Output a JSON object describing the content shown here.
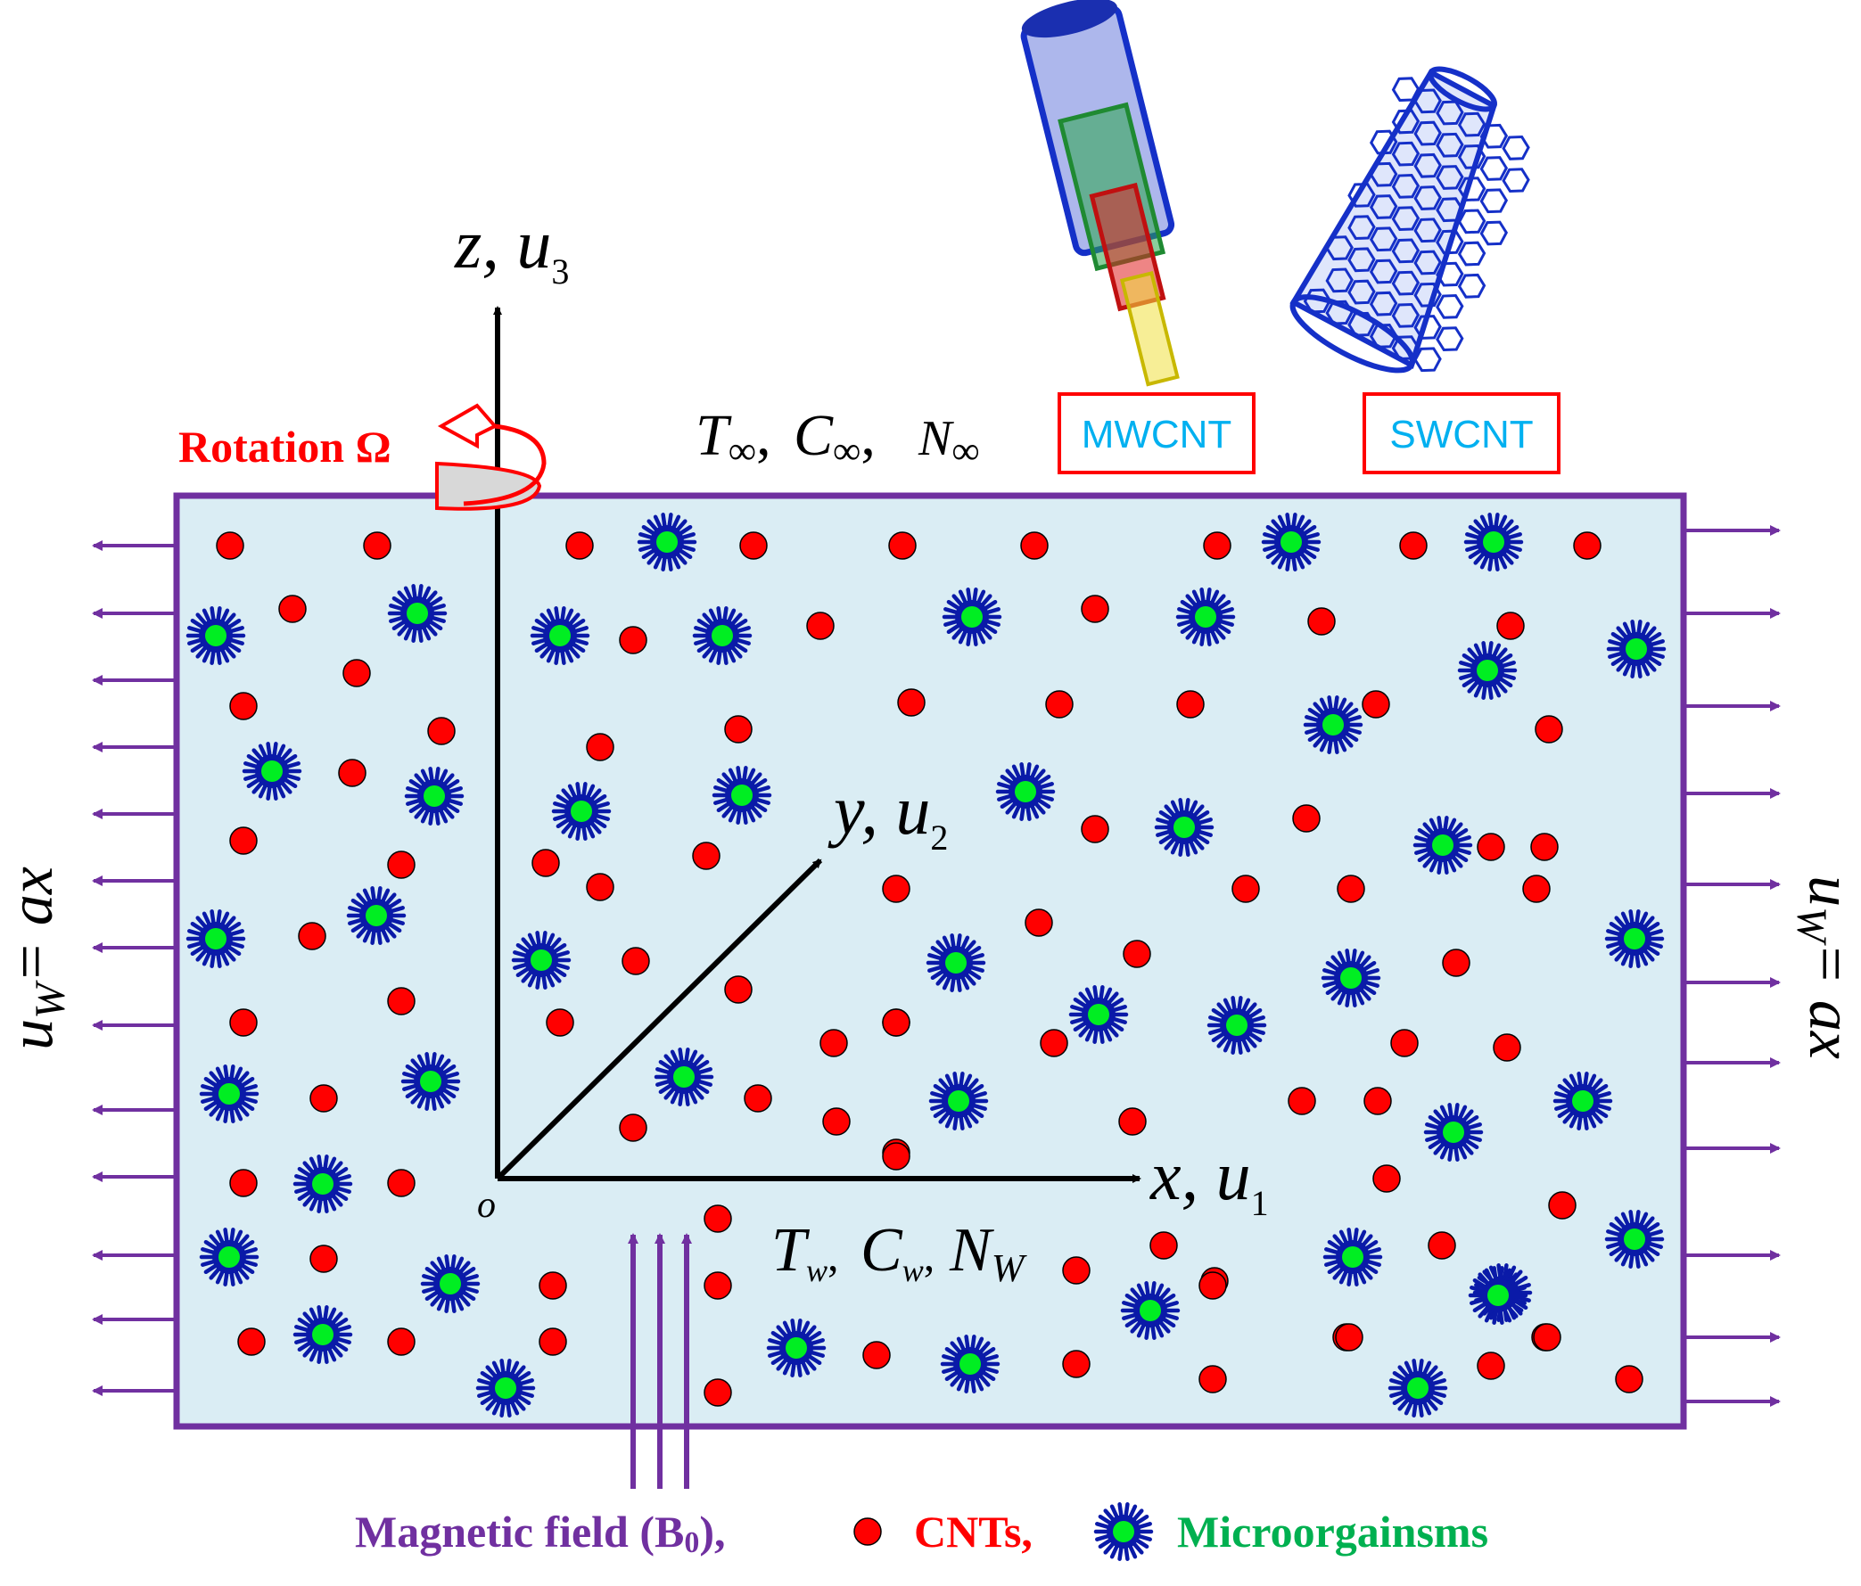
{
  "colors": {
    "domain_fill": "#daedf4",
    "domain_border": "#7030a0",
    "arrow": "#7030a0",
    "axis": "#000000",
    "cnt": "#ff0000",
    "microbe_outer": "#0a1aa8",
    "microbe_core": "#00ee22",
    "rotation": "#ff0000",
    "legend_magnetic": "#7030a0",
    "legend_cnt": "#ff0000",
    "legend_micro": "#00b050",
    "label_box_border": "#ff0000",
    "label_box_text": "#00b0f0"
  },
  "axes": {
    "z_main": "z, u",
    "z_sub": "3",
    "y_main": "y, u",
    "y_sub": "2",
    "x_main": "x, u",
    "x_sub": "1",
    "origin": "o"
  },
  "rotation_label": "Rotation Ω",
  "far_conditions": {
    "T": "T",
    "T_sub": "∞",
    "T_sep": ",",
    "C": "C",
    "C_sub": "∞",
    "C_sep": ",",
    "N": "N",
    "N_sub": "∞"
  },
  "wall_conditions": {
    "T": "T",
    "T_sub": "w",
    "T_sep": ",",
    "C": "C",
    "C_sub": "w",
    "C_sep": ",",
    "N": "N",
    "N_sub": "W"
  },
  "stretch_left": {
    "u": "u",
    "sub": "W",
    "rest": "= ax"
  },
  "stretch_right": {
    "u": "u",
    "sub": "W",
    "rest": "= ax"
  },
  "nanotubes": {
    "mwcnt": "MWCNT",
    "swcnt": "SWCNT"
  },
  "legend": {
    "magnetic": "Magnetic field (B",
    "magnetic_sub": "0",
    "magnetic_tail": "),",
    "cnt": "CNTs,",
    "micro": "Microorgainsms"
  },
  "icons": [
    "cnt-particle-icon",
    "microorganism-icon",
    "stretch-arrow-icon",
    "rotation-arrow-icon",
    "mwcnt-icon",
    "swcnt-icon"
  ]
}
